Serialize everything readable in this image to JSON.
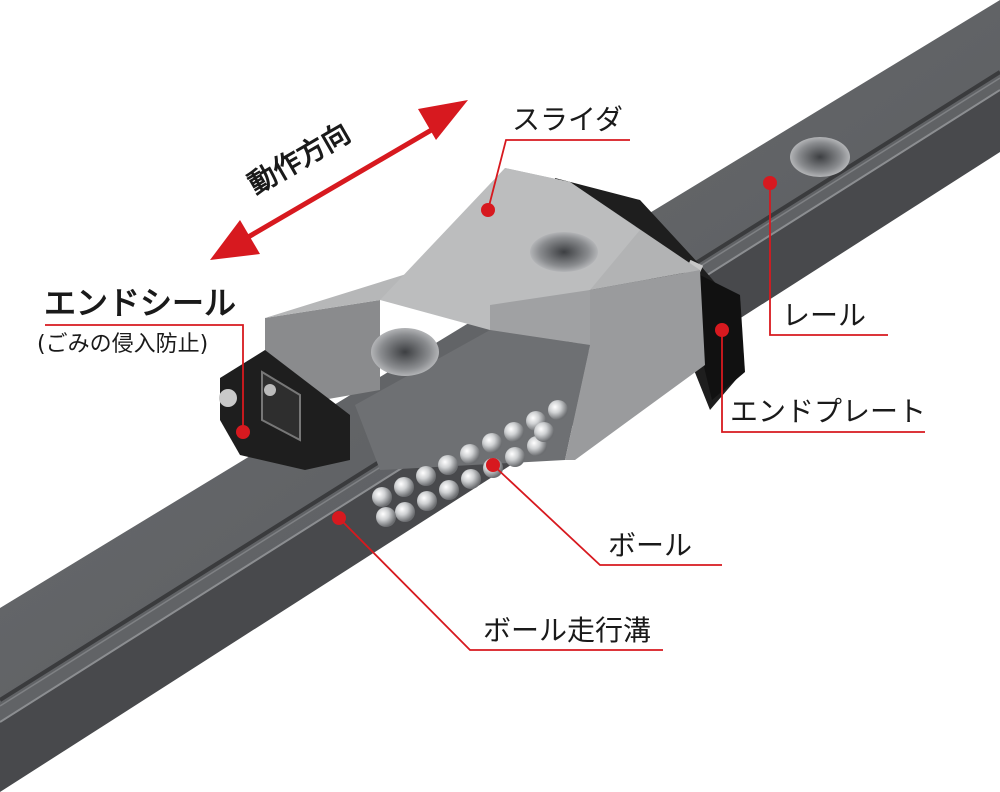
{
  "diagram": {
    "direction_label": "動作方向",
    "labels": {
      "slider": "スライダ",
      "end_seal": "エンドシール",
      "end_seal_note": "(ごみの侵入防止)",
      "rail": "レール",
      "end_plate": "エンドプレート",
      "ball": "ボール",
      "ball_groove": "ボール走行溝"
    },
    "colors": {
      "accent": "#d7191f",
      "rail": "#5f6164",
      "slider": "#a9aaab",
      "end_part": "#1e1e1e",
      "ball": "#c9cbcd"
    }
  }
}
